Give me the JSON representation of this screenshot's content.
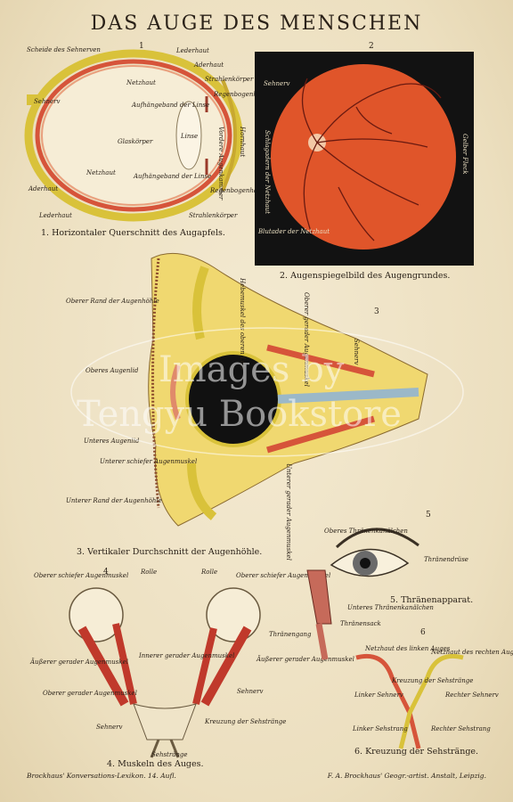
{
  "title": "DAS AUGE DES MENSCHEN",
  "figures": {
    "fig1": {
      "number": "1",
      "caption": "1. Horizontaler Querschnitt des Augapfels.",
      "labels": {
        "scheide": "Scheide des Sehnerven",
        "lederhaut_top": "Lederhaut",
        "aderhaut_top": "Aderhaut",
        "netzhaut_top": "Netzhaut",
        "strahlen_top": "Strahlenkörper",
        "sehnerv": "Sehnerv",
        "regenbogen_top": "Regenbogenhaut",
        "aufh_top": "Aufhängeband der Linse",
        "vordere": "Vordere Augenkammer",
        "hornhaut": "Hornhaut",
        "glaskoerper": "Glaskörper",
        "linse": "Linse",
        "netzhaut_bot": "Netzhaut",
        "aufh_bot": "Aufhängeband der Linse",
        "aderhaut_bot": "Aderhaut",
        "regenbogen_bot": "Regenbogenhaut",
        "lederhaut_bot": "Lederhaut",
        "strahlen_bot": "Strahlenkörper"
      }
    },
    "fig2": {
      "number": "2",
      "caption": "2. Augenspiegelbild des Augengrundes.",
      "labels": {
        "sehnerv": "Sehnerv",
        "schlagadern": "Schlagadern der Netzhaut",
        "blutader": "Blutader der Netzhaut",
        "gelber_fleck": "Gelber Fleck"
      }
    },
    "fig3": {
      "number": "3",
      "caption": "3. Vertikaler Durchschnitt der Augenhöhle.",
      "labels": {
        "oberer_rand": "Oberer Rand der Augenhöhle",
        "hebemuskel": "Hebemuskel des oberen Lids",
        "oberer_gerader": "Oberer gerader Augenmuskel",
        "sehnerv": "Sehnerv",
        "oberes_lid": "Oberes Augenlid",
        "unteres_lid": "Unteres Augenlid",
        "unterer_schiefer": "Unterer schiefer Augenmuskel",
        "unterer_gerader": "Unterer gerader Augenmuskel",
        "unterer_rand": "Unterer Rand der Augenhöhle"
      }
    },
    "fig4": {
      "number": "4",
      "caption": "4. Muskeln des Auges.",
      "labels": {
        "oberer_schiefer_l": "Oberer schiefer Augenmuskel",
        "rolle_l": "Rolle",
        "rolle_r": "Rolle",
        "oberer_schiefer_r": "Oberer schiefer Augenmuskel",
        "aeusserer_l": "Äußerer gerader Augenmuskel",
        "innerer": "Innerer gerader Augenmuskel",
        "aeusserer_r": "Äußerer gerader Augenmuskel",
        "oberer_gerader": "Oberer gerader Augenmuskel",
        "sehnerv_r": "Sehnerv",
        "sehnerv_l": "Sehnerv",
        "kreuzung": "Kreuzung der Sehstränge",
        "sehstraenge": "Sehstränge"
      }
    },
    "fig5": {
      "number": "5",
      "caption": "5. Thränenapparat.",
      "labels": {
        "oberes_k": "Oberes Thränenkanälchen",
        "druese": "Thränendrüse",
        "unteres_k": "Unteres Thränenkanälchen",
        "sack": "Thränensack",
        "gang": "Thränengang"
      }
    },
    "fig6": {
      "number": "6",
      "caption": "6. Kreuzung der Sehstränge.",
      "labels": {
        "netz_links": "Netzhaut des linken Auges",
        "netz_rechts": "Netzhaut des rechten Auges",
        "kreuzung": "Kreuzung der Sehstränge",
        "linker_sehnerv": "Linker Sehnerv",
        "rechter_sehnerv": "Rechter Sehnerv",
        "linker_strang": "Linker Sehstrang",
        "rechter_strang": "Rechter Sehstrang"
      }
    }
  },
  "watermark": {
    "line1": "Images by",
    "line2": "Tengyu Bookstore"
  },
  "footer": {
    "left": "Brockhaus' Konversations-Lexikon. 14. Aufl.",
    "right": "F. A. Brockhaus' Geogr.-artist. Anstalt, Leipzig."
  }
}
